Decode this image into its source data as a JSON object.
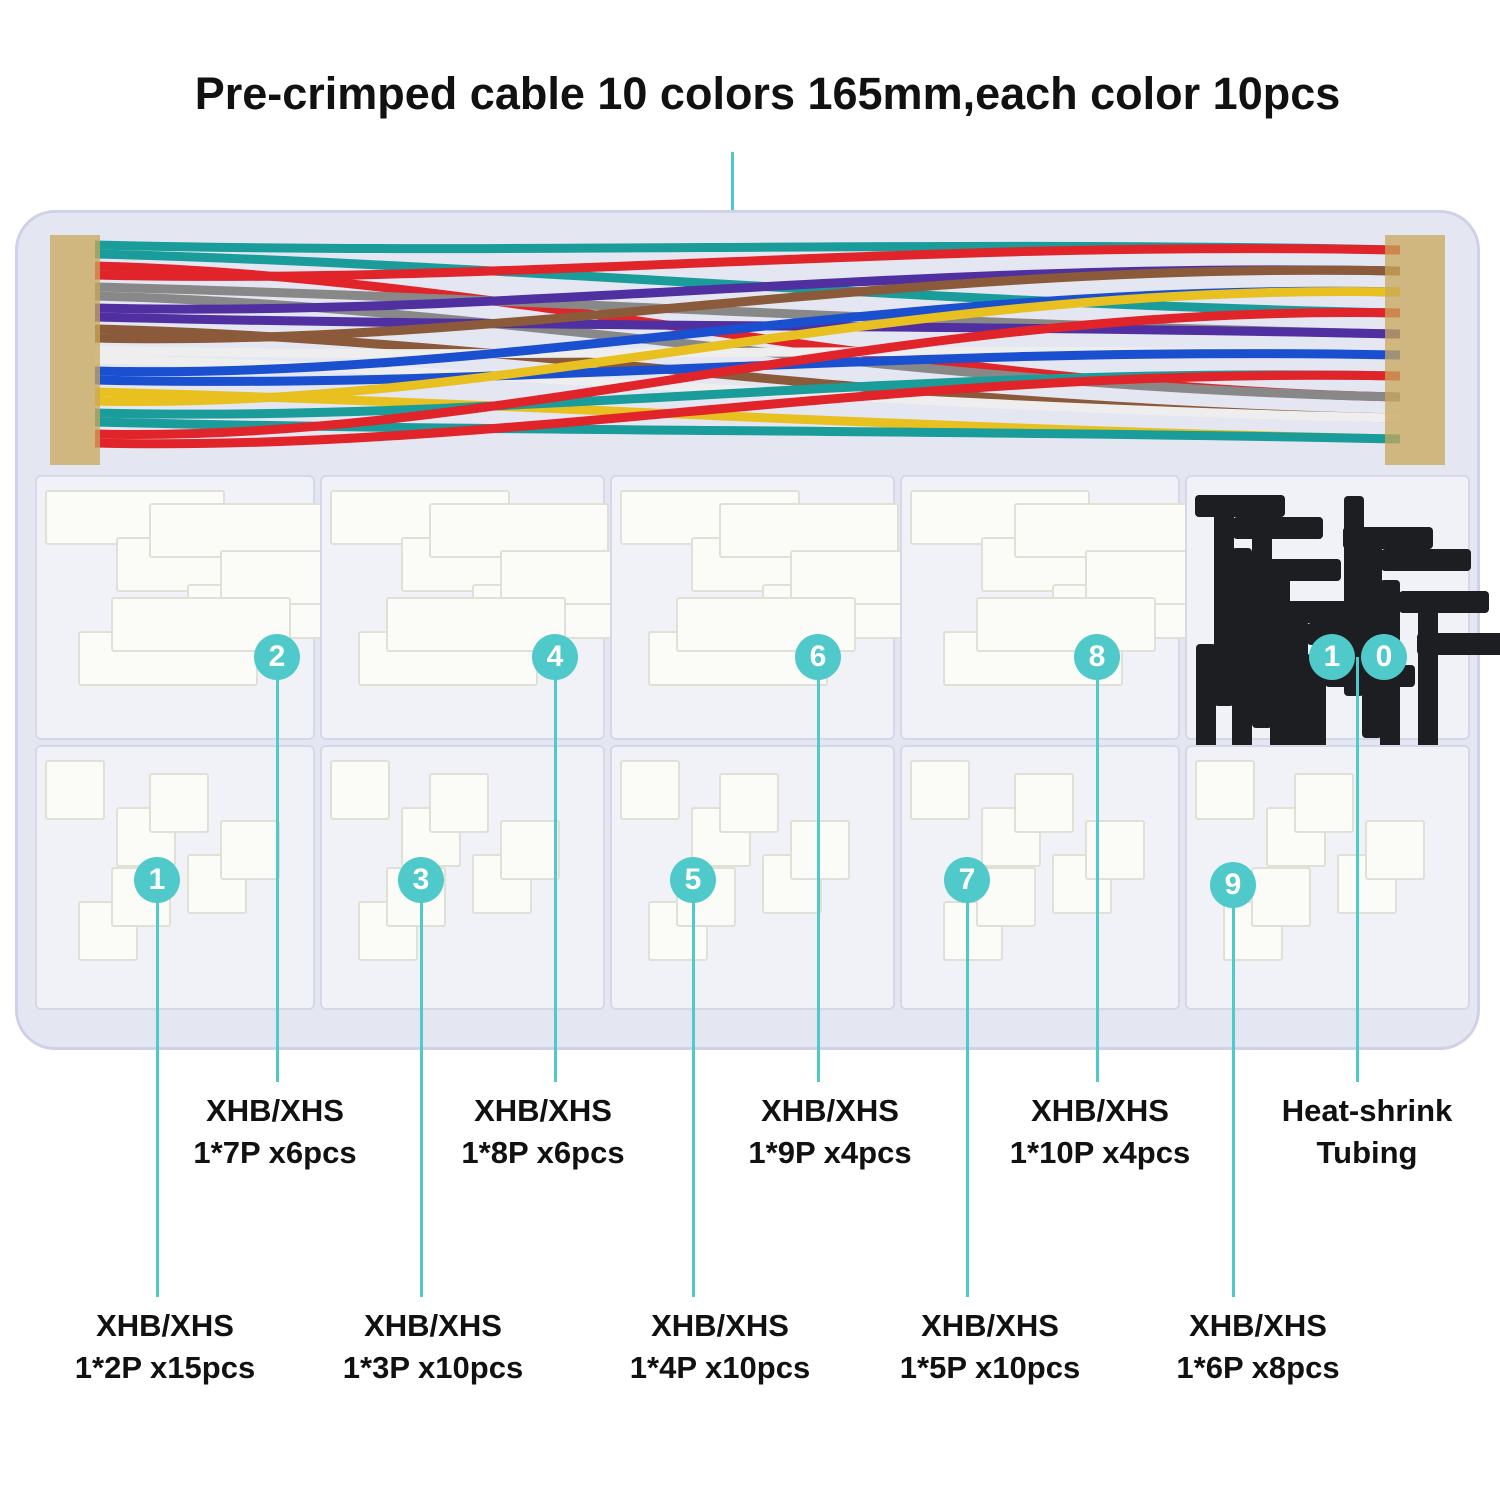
{
  "title": "Pre-crimped cable 10 colors 165mm,each color 10pcs",
  "wire_colors": [
    "#1a9c9a",
    "#e0242a",
    "#888888",
    "#5030a0",
    "#8a5a3a",
    "#f2f2f2",
    "#1a4fd0",
    "#e8c020",
    "#1a9c9a",
    "#e0242a"
  ],
  "accent": "#4fc9c9",
  "items": [
    {
      "num": "1",
      "series": "XHB/XHS",
      "spec": "1*2P x15pcs"
    },
    {
      "num": "2",
      "series": "XHB/XHS",
      "spec": "1*7P x6pcs"
    },
    {
      "num": "3",
      "series": "XHB/XHS",
      "spec": "1*3P x10pcs"
    },
    {
      "num": "4",
      "series": "XHB/XHS",
      "spec": "1*8P x6pcs"
    },
    {
      "num": "5",
      "series": "XHB/XHS",
      "spec": "1*4P x10pcs"
    },
    {
      "num": "6",
      "series": "XHB/XHS",
      "spec": "1*9P x4pcs"
    },
    {
      "num": "7",
      "series": "XHB/XHS",
      "spec": "1*5P x10pcs"
    },
    {
      "num": "8",
      "series": "XHB/XHS",
      "spec": "1*10P x4pcs"
    },
    {
      "num": "9",
      "series": "XHB/XHS",
      "spec": "1*6P x8pcs"
    },
    {
      "num_a": "1",
      "num_b": "0",
      "series": "Heat-shrink",
      "spec": "Tubing"
    }
  ]
}
